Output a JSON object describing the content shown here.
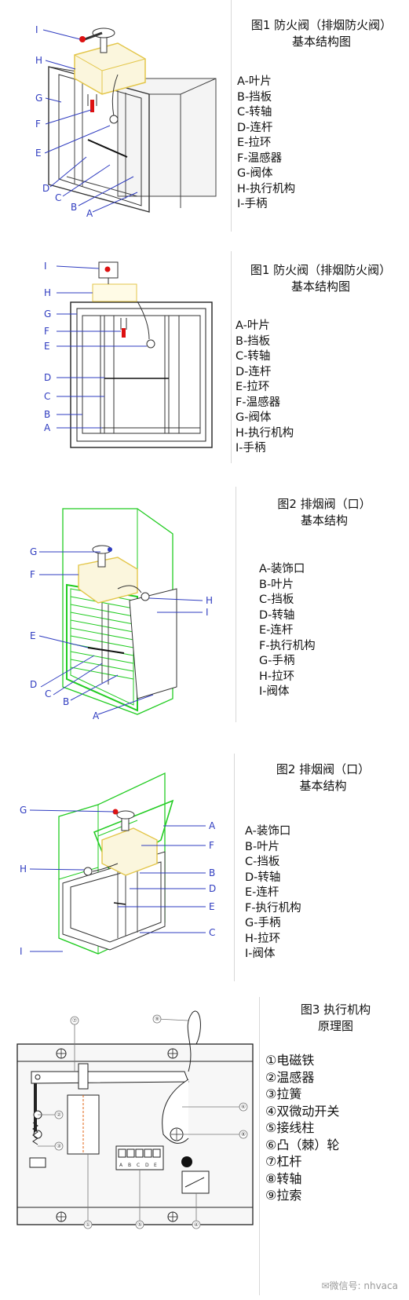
{
  "figures": [
    {
      "caption": [
        "图1 防火阀（排烟防火阀）",
        "基本结构图"
      ],
      "legend": [
        "A-叶片",
        "B-挡板",
        "C-转轴",
        "D-连杆",
        "E-拉环",
        "F-温感器",
        "G-阀体",
        "H-执行机构",
        "I-手柄"
      ],
      "labels": [
        "I",
        "H",
        "G",
        "F",
        "E",
        "D",
        "C",
        "B",
        "A"
      ]
    },
    {
      "caption": [
        "图1 防火阀（排烟防火阀）",
        "基本结构图"
      ],
      "legend": [
        "A-叶片",
        "B-挡板",
        "C-转轴",
        "D-连杆",
        "E-拉环",
        "F-温感器",
        "G-阀体",
        "H-执行机构",
        "I-手柄"
      ],
      "labels": [
        "I",
        "H",
        "G",
        "F",
        "E",
        "D",
        "C",
        "B",
        "A"
      ]
    },
    {
      "caption": [
        "图2  排烟阀（口）",
        "基本结构"
      ],
      "legend": [
        "A-装饰口",
        "B-叶片",
        "C-挡板",
        "D-转轴",
        "E-连杆",
        "F-执行机构",
        "G-手柄",
        "H-拉环",
        "I-阀体"
      ],
      "labels": [
        "G",
        "F",
        "E",
        "D",
        "C",
        "B",
        "A",
        "H",
        "I"
      ]
    },
    {
      "caption": [
        "图2  排烟阀（口）",
        "基本结构"
      ],
      "legend": [
        "A-装饰口",
        "B-叶片",
        "C-挡板",
        "D-转轴",
        "E-连杆",
        "F-执行机构",
        "G-手柄",
        "H-拉环",
        "I-阀体"
      ],
      "labels": [
        "G",
        "H",
        "I",
        "A",
        "F",
        "B",
        "D",
        "E",
        "C"
      ]
    },
    {
      "caption": [
        "图3  执行机构",
        "原理图"
      ],
      "legend": [
        "①电磁铁",
        "②温感器",
        "③拉簧",
        "④双微动开关",
        "⑤接线柱",
        "⑥凸（棘）轮",
        "⑦杠杆",
        "⑧转轴",
        "⑨拉索"
      ],
      "labels": [
        "⑦",
        "⑨",
        "⑥",
        "⑧",
        "②",
        "③",
        "①",
        "⑤",
        "④"
      ],
      "terminal_letters": [
        "A",
        "B",
        "C",
        "D",
        "E"
      ]
    }
  ],
  "watermark": "微信号: nhvaca",
  "colors": {
    "label_blue": "#2f3cc0",
    "green": "#22cc22",
    "yellow": "#e8d070",
    "red": "#dd1111"
  }
}
